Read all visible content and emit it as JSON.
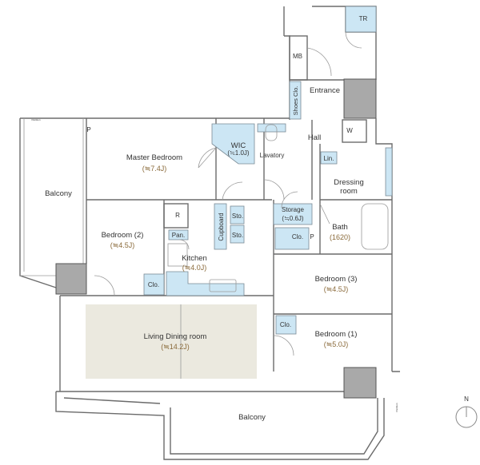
{
  "rooms": {
    "master_bedroom": {
      "label": "Master Bedroom",
      "area": "(≒7.4J)"
    },
    "wic": {
      "label": "WIC",
      "area": "(≒1.0J)"
    },
    "lavatory": {
      "label": "Lavatory"
    },
    "hall": {
      "label": "Hall"
    },
    "linen": {
      "label": "Lin."
    },
    "dressing_room": {
      "label_line1": "Dressing",
      "label_line2": "room"
    },
    "storage": {
      "label": "Storage",
      "area": "(≒0.6J)"
    },
    "bath": {
      "label": "Bath",
      "size": "(1620)"
    },
    "bedroom_2": {
      "label": "Bedroom (2)",
      "area": "(≒4.5J)"
    },
    "refrigerator": {
      "label": "R"
    },
    "pantry": {
      "label": "Pan."
    },
    "cupboard": {
      "label": "Cupboard"
    },
    "storage_upper": {
      "label": "Sto."
    },
    "storage_lower": {
      "label": "Sto."
    },
    "kitchen": {
      "label": "Kitchen",
      "area": "(≒4.0J)"
    },
    "closet_bedroom_2": {
      "label": "Clo."
    },
    "closet_storage": {
      "label": "Clo."
    },
    "pipe_space_bath": {
      "label": "P"
    },
    "pipe_space_master": {
      "label": "P"
    },
    "bedroom_3": {
      "label": "Bedroom (3)",
      "area": "(≒4.5J)"
    },
    "closet_bedroom_1": {
      "label": "Clo."
    },
    "bedroom_1": {
      "label": "Bedroom (1)",
      "area": "(≒5.0J)"
    },
    "living_dining": {
      "label": "Living Dining room",
      "area": "(≒14.2J)"
    },
    "balcony_west": {
      "label": "Balcony"
    },
    "balcony_south": {
      "label": "Balcony"
    },
    "trunk_room": {
      "label": "TR"
    },
    "meter_box": {
      "label": "MB"
    },
    "entrance": {
      "label": "Entrance"
    },
    "shoes_closet": {
      "label": "Shoes Clo."
    },
    "washer": {
      "label": "W"
    }
  },
  "partition_labels": [
    "Partition",
    "Partition"
  ],
  "compass": {
    "label": "N"
  },
  "colors": {
    "storage_fill": "#cce6f4",
    "column_fill": "#a9a9a9",
    "living_floor": "#ebe9df",
    "area_text": "#8a6a3a"
  }
}
